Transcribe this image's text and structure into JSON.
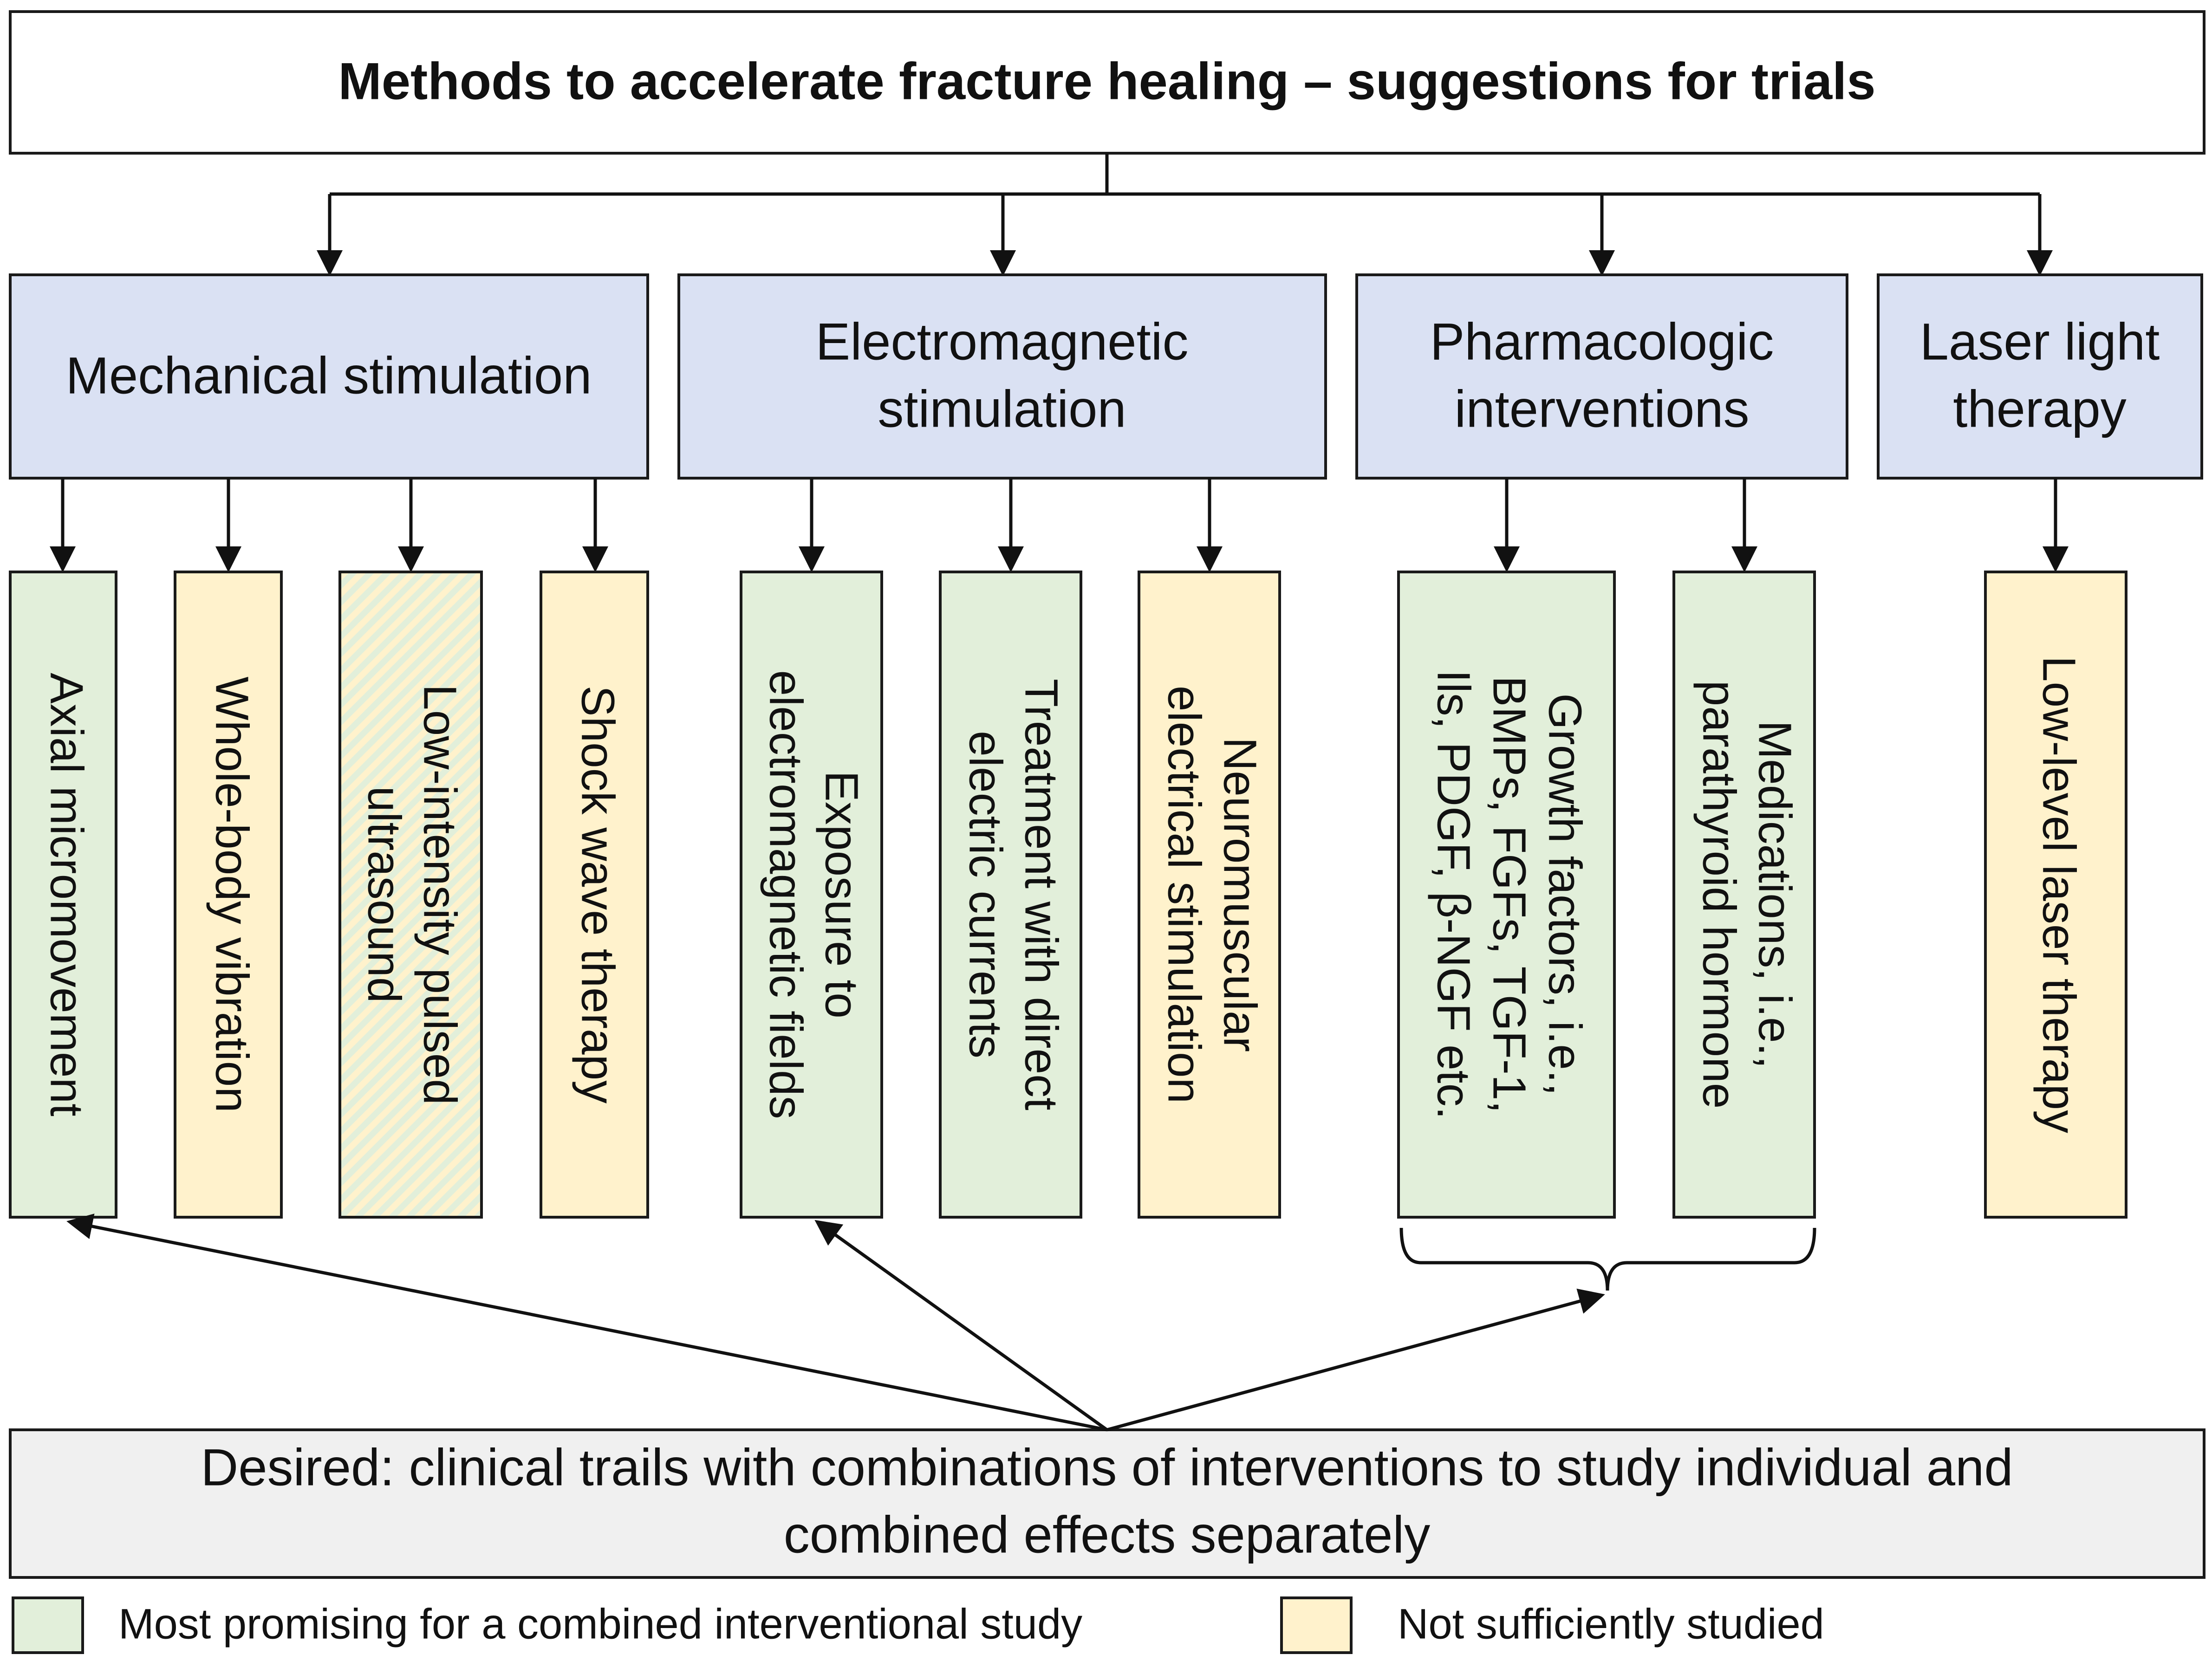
{
  "title": "Methods to accelerate fracture healing – suggestions for trials",
  "colors": {
    "category_fill": "#dae1f3",
    "promising_fill": "#e2efda",
    "insufficient_fill": "#fff2cc",
    "desired_fill": "#f0f0f0"
  },
  "categories": [
    {
      "lines": [
        "Mechanical stimulation"
      ]
    },
    {
      "lines": [
        "Electromagnetic",
        "stimulation"
      ]
    },
    {
      "lines": [
        "Pharmacologic",
        "interventions"
      ]
    },
    {
      "lines": [
        "Laser light",
        "therapy"
      ]
    }
  ],
  "leaves": [
    {
      "lines": [
        "Axial micromovement"
      ],
      "status": "promising"
    },
    {
      "lines": [
        "Whole-body vibration"
      ],
      "status": "insufficient"
    },
    {
      "lines": [
        "Low-intensity pulsed",
        "ultrasound"
      ],
      "status": "mixed"
    },
    {
      "lines": [
        "Shock wave therapy"
      ],
      "status": "insufficient"
    },
    {
      "lines": [
        "Exposure to",
        "electromagnetic fields"
      ],
      "status": "promising"
    },
    {
      "lines": [
        "Treatment with direct",
        "electric currents"
      ],
      "status": "promising"
    },
    {
      "lines": [
        "Neuromuscular",
        "electrical stimulation"
      ],
      "status": "insufficient"
    },
    {
      "lines": [
        "Growth factors, i.e.,",
        "BMPs, FGFs, TGF-1,",
        "Ils, PDGF, β-NGF etc."
      ],
      "status": "promising"
    },
    {
      "lines": [
        "Medications, i.e.,",
        "parathyroid hormone"
      ],
      "status": "promising"
    },
    {
      "lines": [
        "Low-level laser therapy"
      ],
      "status": "insufficient"
    }
  ],
  "desired": {
    "lines": [
      "Desired: clinical trails with combinations of interventions to study individual and",
      "combined effects separately"
    ]
  },
  "legend": {
    "promising": "Most promising for a combined interventional study",
    "insufficient": "Not sufficiently studied"
  }
}
